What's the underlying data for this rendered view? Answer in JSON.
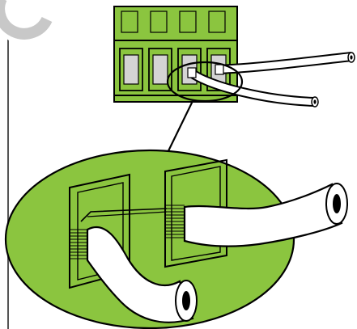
{
  "illustration": {
    "subject": "",
    "step_marker_text": "",
    "colors": {
      "terminal_green": "#8bc53f",
      "terminal_slot_gray": "#d4d4d4",
      "background": "#ffffff",
      "outline": "#000000",
      "step_marker": "#c8c8c8"
    },
    "icons": [
      "terminal-block",
      "wire",
      "arrow",
      "magnifier-ellipse"
    ]
  }
}
